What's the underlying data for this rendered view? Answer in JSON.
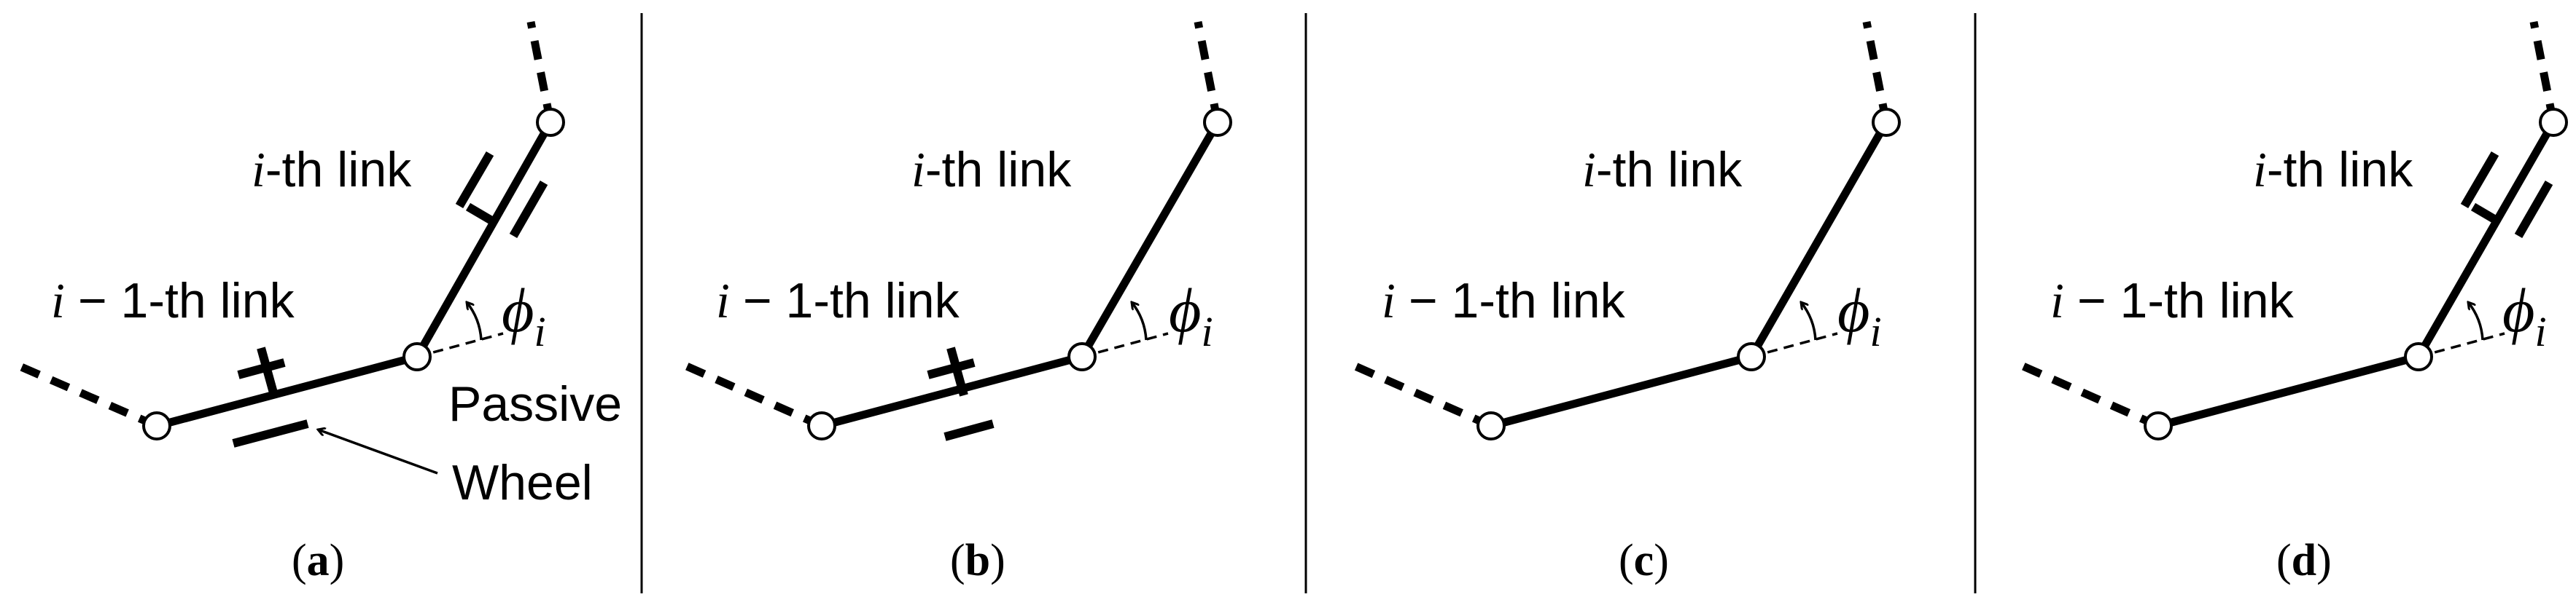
{
  "panels": [
    {
      "caption": "a",
      "link_i_label": "-th link",
      "link_prev_label": "− 1-th link",
      "var_i": "i",
      "angle_symbol": "ϕ",
      "angle_subscript": "i",
      "passive_wheel_label_line1": "Passive",
      "passive_wheel_label_line2": "Wheel"
    },
    {
      "caption": "b",
      "link_i_label": "-th link",
      "link_prev_label": "− 1-th link",
      "var_i": "i",
      "angle_symbol": "ϕ",
      "angle_subscript": "i"
    },
    {
      "caption": "c",
      "link_i_label": "-th link",
      "link_prev_label": "− 1-th link",
      "var_i": "i",
      "angle_symbol": "ϕ",
      "angle_subscript": "i"
    },
    {
      "caption": "d",
      "link_i_label": "-th link",
      "link_prev_label": "− 1-th link",
      "var_i": "i",
      "angle_symbol": "ϕ",
      "angle_subscript": "i"
    }
  ]
}
